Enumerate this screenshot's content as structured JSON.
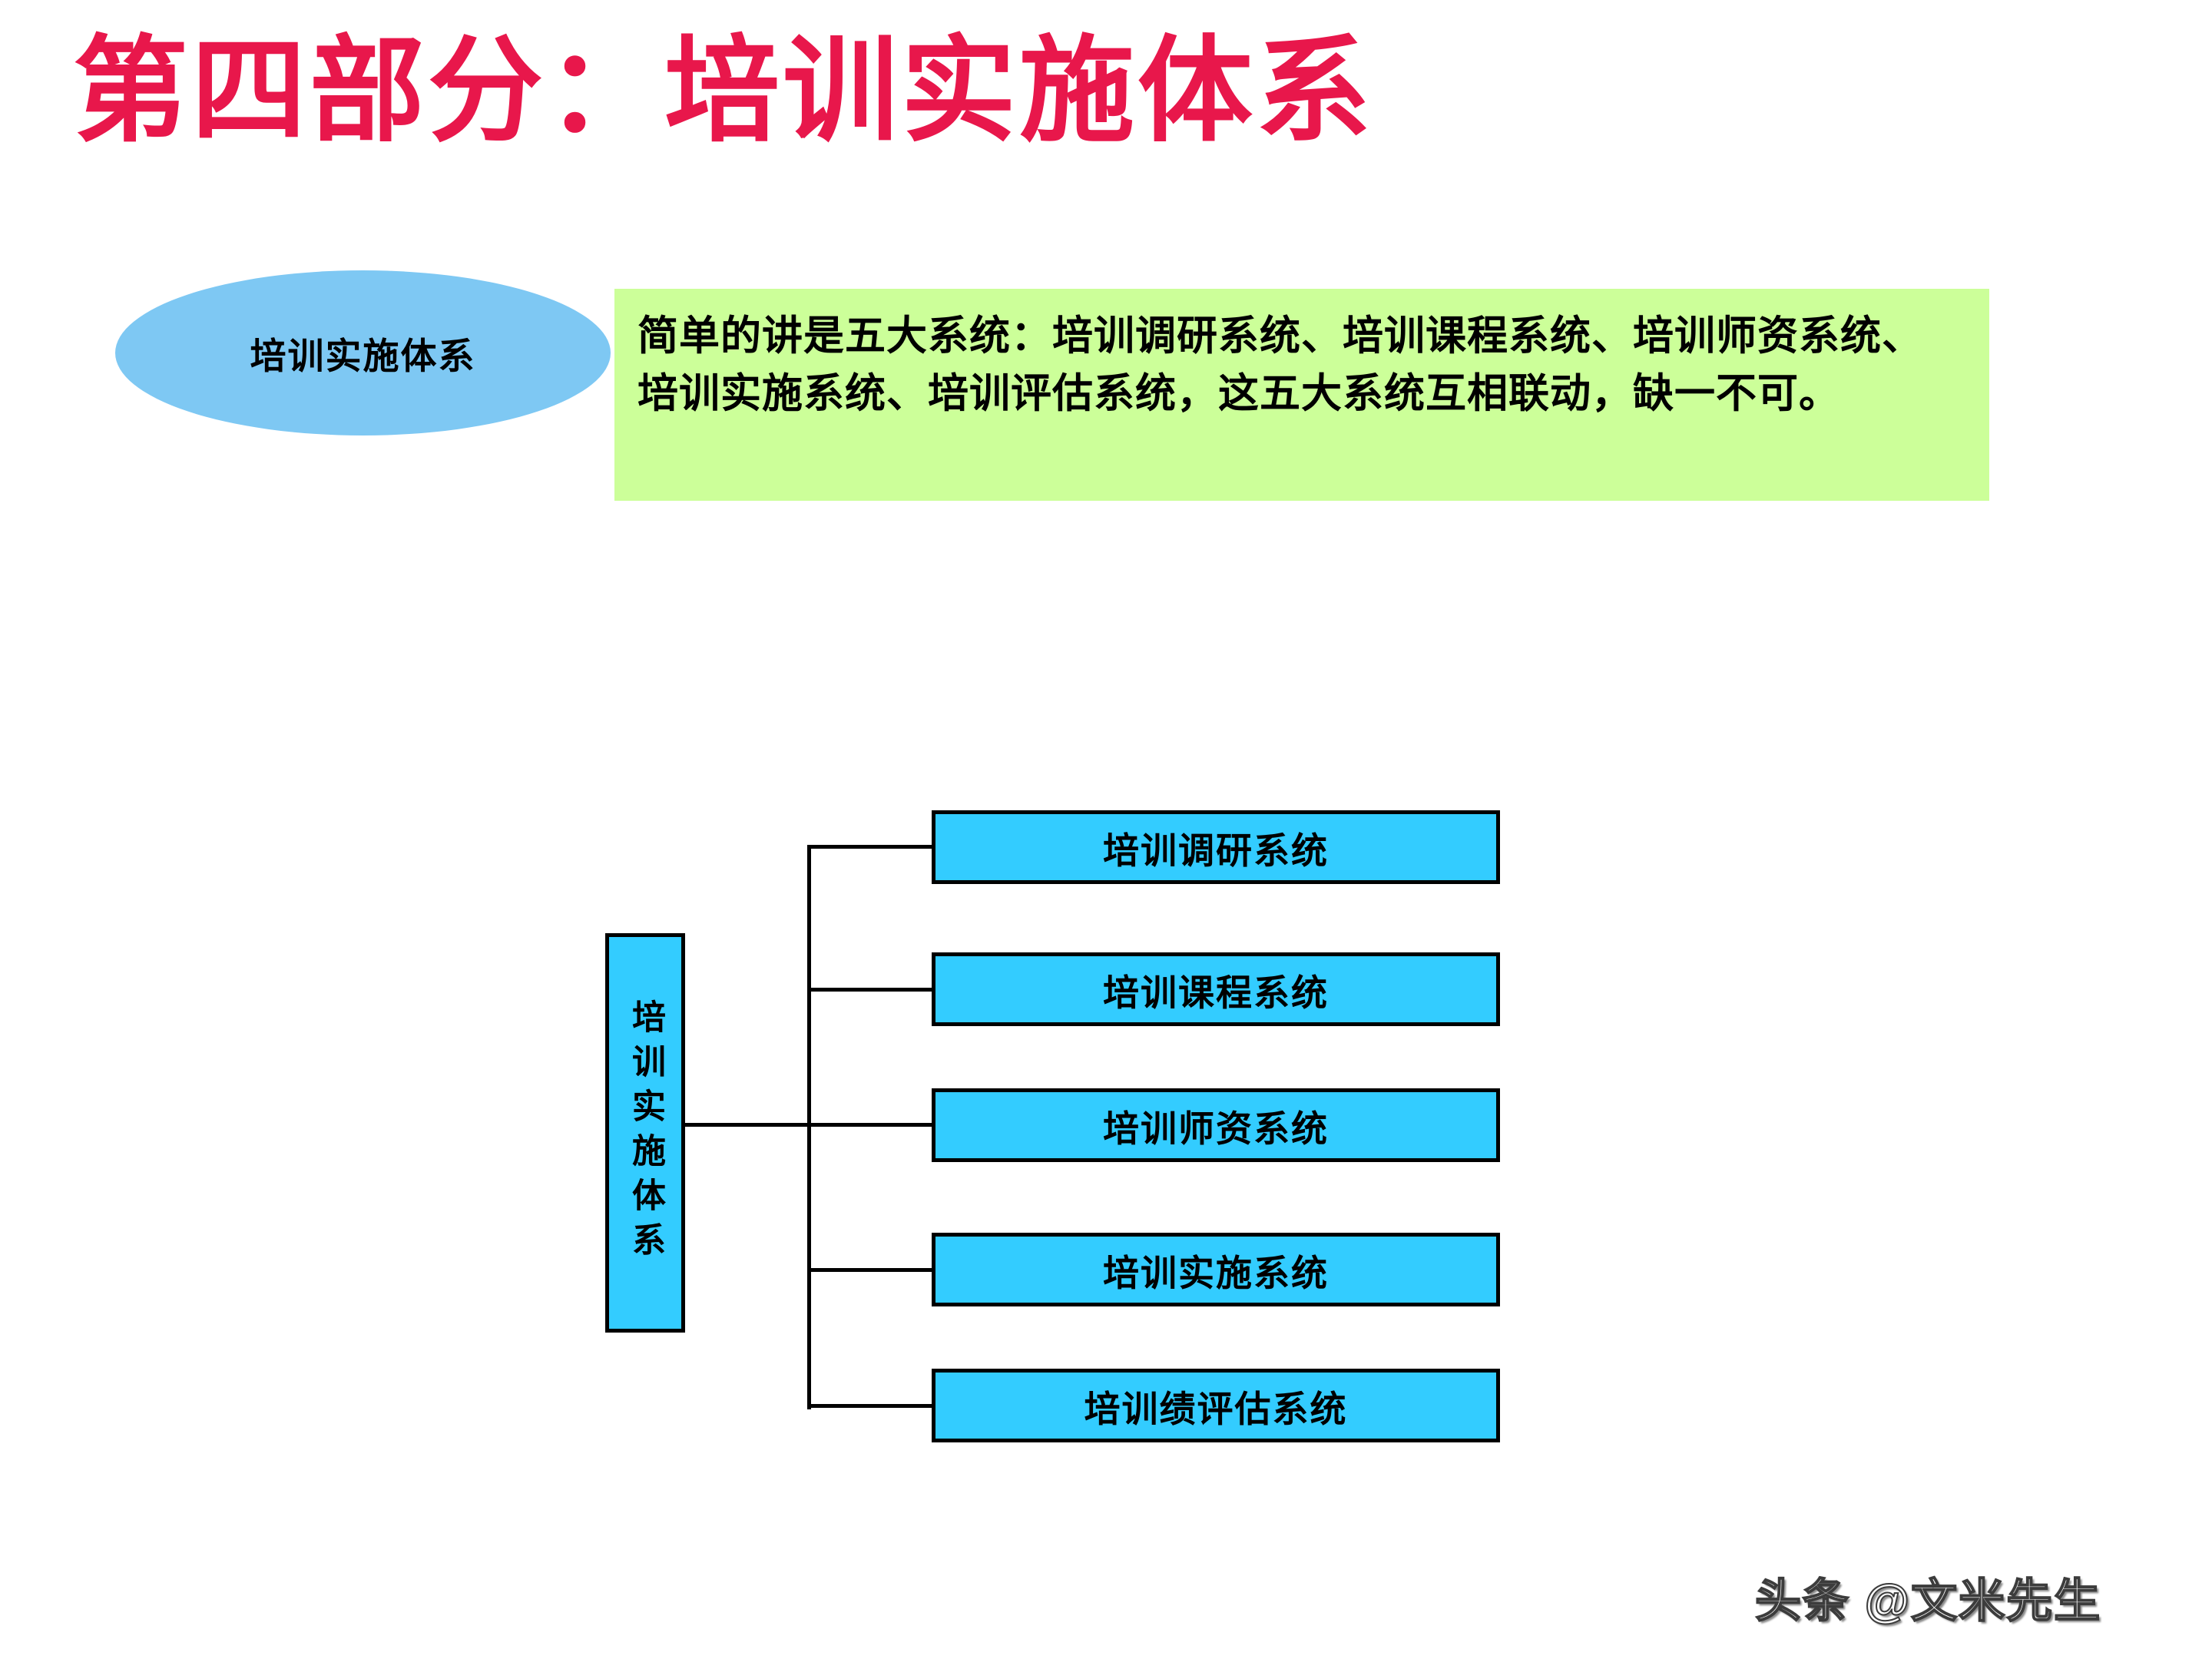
{
  "title": "第四部分：培训实施体系",
  "overview": {
    "ellipse_label": "培训实施体系",
    "description": "简单的讲是五大系统：培训调研系统、培训课程系统、培训师资系统、培训实施系统、培训评估系统，这五大系统互相联动，缺一不可。"
  },
  "diagram": {
    "root_label": "培训实施体系",
    "children": [
      "培训调研系统",
      "培训课程系统",
      "培训师资系统",
      "培训实施系统",
      "培训绩评估系统"
    ]
  },
  "watermark": "头条 @文米先生",
  "colors": {
    "title_red": "#E8174B",
    "ellipse_blue": "#7EC8F3",
    "note_green": "#CCFF99",
    "box_cyan": "#33CCFF",
    "line_black": "#000000"
  }
}
